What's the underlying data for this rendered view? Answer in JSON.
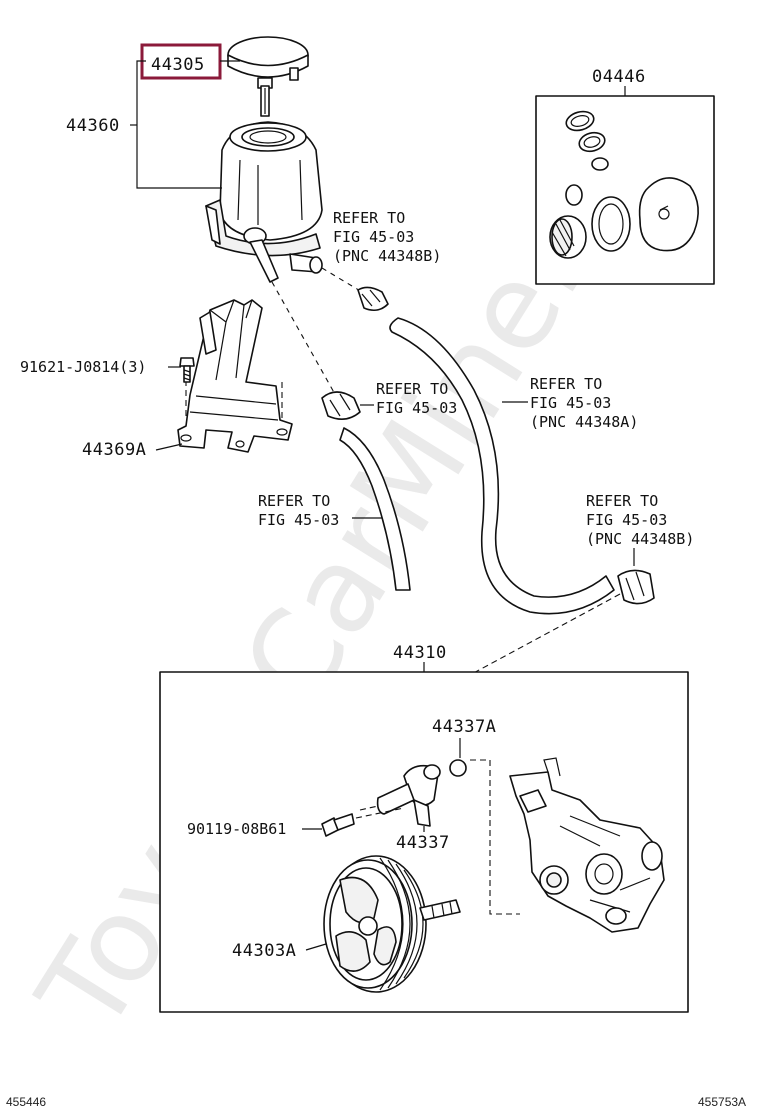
{
  "watermark": "ToyotaCarMine.ru",
  "labels": {
    "p44305": "44305",
    "p44360": "44360",
    "p04446": "04446",
    "p91621": "91621-J0814(3)",
    "p44369a": "44369A",
    "p44310": "44310",
    "p44337a": "44337A",
    "p90119": "90119-08B61",
    "p44337": "44337",
    "p44303a": "44303A"
  },
  "refers": {
    "r1": [
      "REFER TO",
      "FIG 45-03",
      "(PNC 44348B)"
    ],
    "r2": [
      "REFER TO",
      "FIG 45-03"
    ],
    "r3": [
      "REFER TO",
      "FIG 45-03",
      "(PNC 44348A)"
    ],
    "r4": [
      "REFER TO",
      "FIG 45-03"
    ],
    "r5": [
      "REFER TO",
      "FIG 45-03",
      "(PNC 44348B)"
    ]
  },
  "footer": {
    "left_code": "455446",
    "right_code": "455753A"
  },
  "highlight_color": "#8b1a3a"
}
